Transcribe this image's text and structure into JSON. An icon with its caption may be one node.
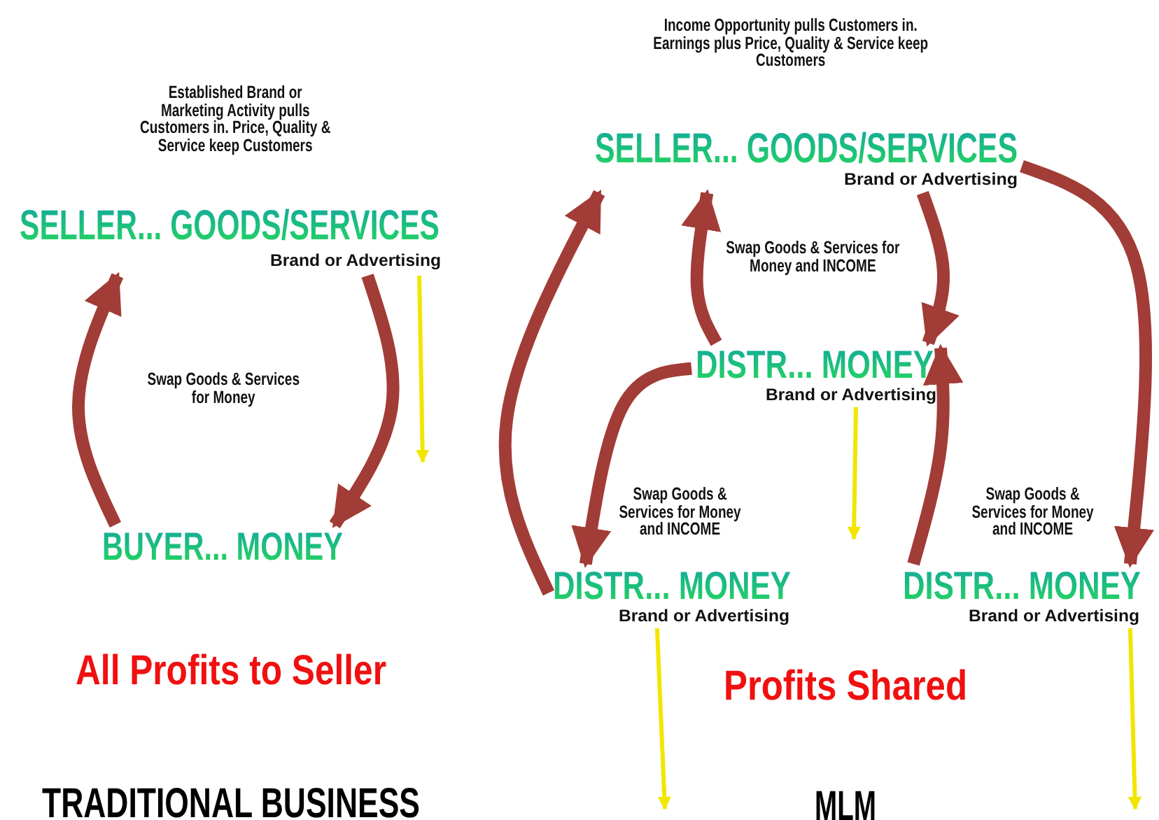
{
  "diagram": {
    "nodes": [
      {
        "text": [
          "SELLER... GOODS/SERVICES",
          "Brand or Advertising"
        ]
      },
      {
        "text": [
          "BUYER... MONEY"
        ]
      },
      {
        "text": [
          "SELLER... GOODS/SERVICES",
          "Brand or Advertising"
        ]
      },
      {
        "text": [
          "DISTR... MONEY",
          "Brand or Advertising"
        ]
      },
      {
        "text": [
          "DISTR... MONEY",
          "Brand or Advertising"
        ]
      },
      {
        "text": [
          "DISTR... MONEY",
          "Brand or Advertising"
        ]
      }
    ],
    "edges": [
      {
        "from": 1,
        "to": 0,
        "arrow": "to"
      },
      {
        "from": 0,
        "to": 1,
        "arrow": "to"
      },
      {
        "from": 0,
        "to": null,
        "arrow": "to",
        "color": "#f2e600"
      },
      {
        "from": 3,
        "to": 2,
        "arrow": "to"
      },
      {
        "from": 2,
        "to": 3,
        "arrow": "to"
      },
      {
        "from": 4,
        "to": 2,
        "arrow": "to"
      },
      {
        "from": 3,
        "to": 4,
        "arrow": "to"
      },
      {
        "from": 5,
        "to": 3,
        "arrow": "to"
      },
      {
        "from": 2,
        "to": 5,
        "arrow": "to"
      },
      {
        "from": 3,
        "to": null,
        "arrow": "to",
        "color": "#f2e600"
      },
      {
        "from": 4,
        "to": null,
        "arrow": "to",
        "color": "#f2e600"
      },
      {
        "from": 5,
        "to": null,
        "arrow": "to",
        "color": "#f2e600"
      }
    ],
    "labels": [
      "Established Brand or Marketing Activity pulls Customers in. Price, Quality & Service keep Customers",
      "Income Opportunity pulls Customers in. Earnings plus Price, Quality & Service keep Customers",
      "Swap Goods & Services for Money",
      "Swap Goods & Services for Money and INCOME",
      "Swap Goods & Services for Money and INCOME",
      "Swap Goods & Services for Money and INCOME",
      "All Profits to Seller",
      "Profits Shared",
      "TRADITIONAL BUSINESS",
      "MLM"
    ]
  }
}
